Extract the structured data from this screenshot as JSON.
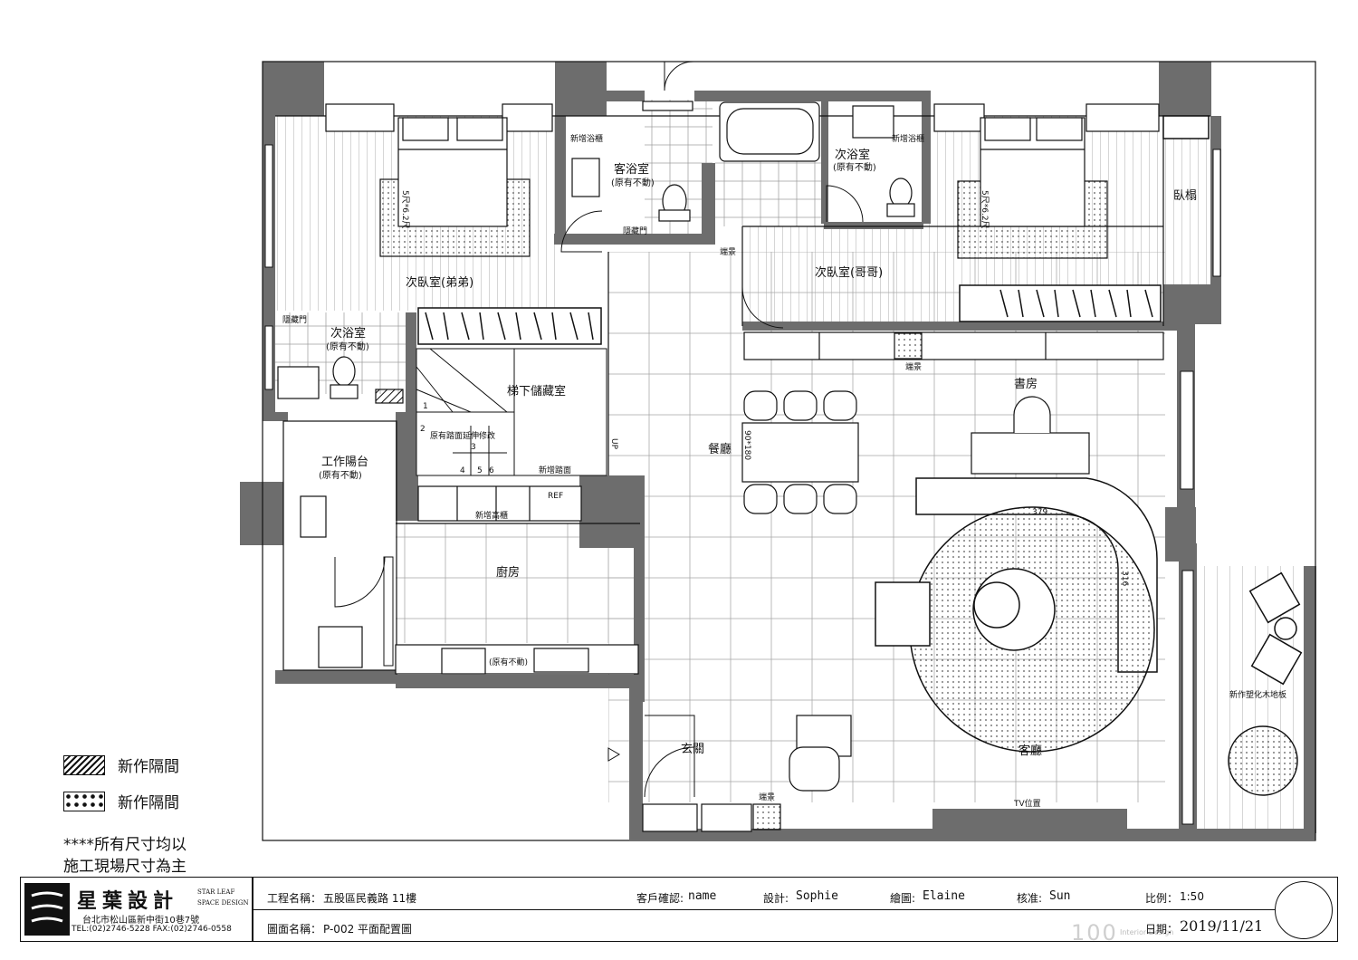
{
  "rooms": {
    "bedroom_left": "次臥室(弟弟)",
    "bedroom_right": "次臥室(哥哥)",
    "bath_left_name": "次浴室",
    "bath_left_note": "(原有不動)",
    "guest_bath_name": "客浴室",
    "guest_bath_note": "(原有不動)",
    "bath_right_name": "次浴室",
    "bath_right_note": "(原有不動)",
    "daybed": "臥榻",
    "stair_storage": "梯下儲藏室",
    "balcony_name": "工作陽台",
    "balcony_note": "(原有不動)",
    "study": "書房",
    "dining": "餐廳",
    "kitchen": "廚房",
    "foyer": "玄關",
    "living": "客廳"
  },
  "annotations": {
    "new_cabinet_1": "新增浴櫃",
    "new_cabinet_2": "新增浴櫃",
    "hidden_door_1": "隱藏門",
    "hidden_door_2": "隱藏門",
    "bed_size_1": "5尺*6.2尺",
    "bed_size_2": "5尺*6.2尺",
    "landscape_1": "端景",
    "landscape_2": "端景",
    "landscape_3": "端景",
    "stair_note": "原有踏面延伸修改",
    "new_tread": "新增踏面",
    "up": "UP",
    "table_size": "90*180",
    "dim_379": "379",
    "dim_316": "316",
    "tall_cabinet": "新增高櫃",
    "fridge": "REF",
    "keep_sink": "(原有不動)",
    "wood_floor": "新作塑化木地板",
    "tv_position": "TV位置",
    "stair_nums": [
      "1",
      "2",
      "3",
      "4",
      "5",
      "6"
    ]
  },
  "legend": [
    {
      "pattern": "hatch",
      "label": "新作隔間"
    },
    {
      "pattern": "dots",
      "label": "新作隔間"
    }
  ],
  "notes": {
    "line1": "****所有尺寸均以",
    "line2": "施工現場尺寸為主"
  },
  "title_block": {
    "company": "星葉設計",
    "company_en_1": "STAR LEAF",
    "company_en_2": "SPACE DESIGN",
    "address": "台北市松山區新中街10巷7號",
    "contact": "TEL:(02)2746-5228  FAX:(02)2746-0558",
    "project_label": "工程名稱：",
    "project_value": "五股區民義路 11樓",
    "drawing_label": "圖面名稱：",
    "drawing_value": "P-002   平面配置圖",
    "client_label": "客戶確認:",
    "client_value": "name",
    "design_label": "設計:",
    "design_value": "Sophie",
    "draw_label": "繪圖:",
    "draw_value": "Elaine",
    "check_label": "核准:",
    "check_value": "Sun",
    "scale_label": "比例：",
    "scale_value": "1:50",
    "date_label": "日期：",
    "date_value": "2019/11/21",
    "watermark_num": "100",
    "watermark_en": "Interior Design"
  },
  "colors": {
    "wall": "#6d6d6d",
    "line": "#111111",
    "paper": "#ffffff"
  }
}
